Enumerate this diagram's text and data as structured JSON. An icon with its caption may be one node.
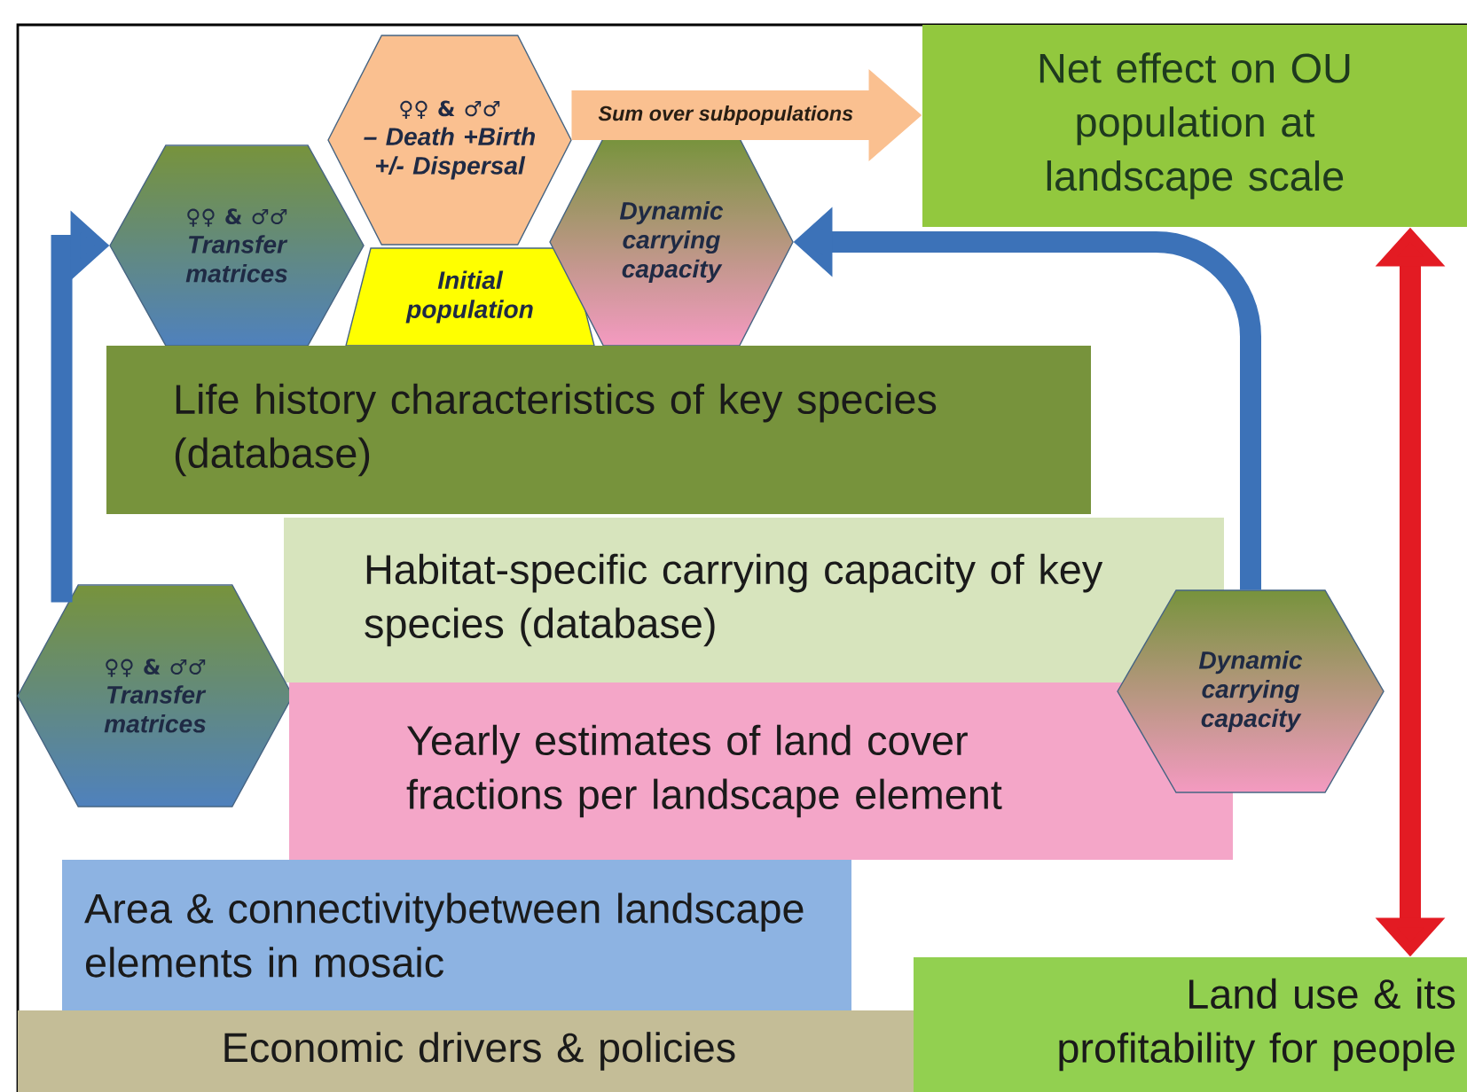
{
  "diagram": {
    "nodes": [
      {
        "text": [
          "♀♀ & ♂♂",
          "Transfer matrices"
        ]
      },
      {
        "text": [
          "♀♀ & ♂♂",
          "– Death +Birth +/- Dispersal"
        ]
      },
      {
        "text": [
          "Initial population"
        ]
      },
      {
        "text": [
          "Dynamic carrying capacity"
        ]
      },
      {
        "text": [
          "Net effect on OU population at landscape scale"
        ]
      },
      {
        "text": [
          "Life history characteristics of key species (database)"
        ]
      },
      {
        "text": [
          "Habitat-specific carrying capacity of key species (database)"
        ]
      },
      {
        "text": [
          "♀♀ & ♂♂",
          "Transfer matrices"
        ]
      },
      {
        "text": [
          "Yearly estimates of land cover fractions per landscape element"
        ]
      },
      {
        "text": [
          "Dynamic carrying capacity"
        ]
      },
      {
        "text": [
          "Area & connectivitybetween landscape elements in mosaic"
        ]
      },
      {
        "text": [
          "Economic drivers & policies"
        ]
      },
      {
        "text": [
          "Land use & its profitability for people"
        ]
      }
    ],
    "edges": [
      {
        "from": 1,
        "to": 4,
        "arrow": "to",
        "label": "Sum over subpopulations",
        "style": "thick",
        "color": "#fac090"
      },
      {
        "from": 7,
        "to": 0,
        "arrow": "to"
      },
      {
        "from": 9,
        "to": 3,
        "arrow": "to"
      },
      {
        "from": 4,
        "to": 12,
        "arrow": "both",
        "color": "#e31b23"
      }
    ]
  }
}
